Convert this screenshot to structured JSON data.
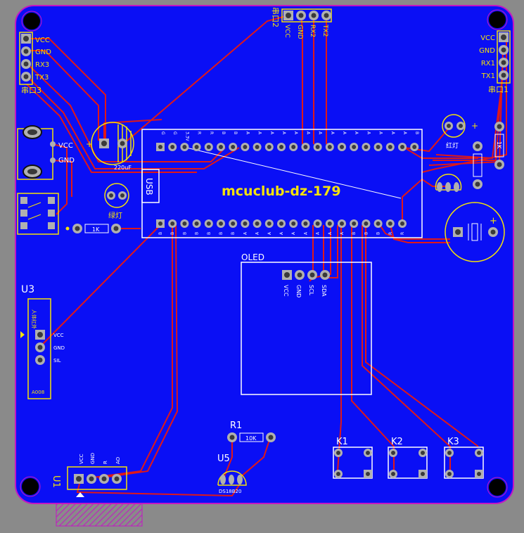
{
  "board": {
    "title": "mcuclub-dz-179",
    "colors": {
      "background": "#8a8a8a",
      "board": "#0a0ff5",
      "outline": "#c416c4",
      "trace": "#e01818",
      "silkscreen": "#f4e20a",
      "pad": "#b0b0b0",
      "overlay_text": "#ffffff"
    },
    "mcu": {
      "usb_label": "USB",
      "top_pins": [
        "G",
        "G",
        "3.3V",
        "R",
        "R",
        "B",
        "B",
        "A",
        "A",
        "A",
        "A",
        "A",
        "A",
        "A",
        "A",
        "A",
        "A",
        "A",
        "A",
        "A",
        "A",
        "B"
      ],
      "bottom_pins": [
        "B",
        "B",
        "B",
        "B",
        "B",
        "B",
        "B",
        "A",
        "A",
        "A",
        "A",
        "A",
        "A",
        "A",
        "A",
        "A",
        "B",
        "B",
        "B",
        "R",
        "R"
      ]
    },
    "components": {
      "serial2": {
        "label": "串口2",
        "pins": [
          "VCC",
          "GND",
          "RX2",
          "TX2"
        ]
      },
      "serial3": {
        "label": "串口3",
        "pins": [
          "VCC",
          "GND",
          "RX3",
          "TX3"
        ]
      },
      "serial1": {
        "label": "串口1",
        "pins": [
          "VCC",
          "GND",
          "RX1",
          "TX1"
        ]
      },
      "power": {
        "pins": [
          "VCC",
          "GND"
        ]
      },
      "capacitor": {
        "value": "220uF"
      },
      "green_led": {
        "label": "绿灯"
      },
      "red_led": {
        "label": "红灯"
      },
      "res_1k_left": {
        "value": "1K"
      },
      "res_1k_right": {
        "value": "1K"
      },
      "oled": {
        "label": "OLED",
        "pins": [
          "VCC",
          "GND",
          "SCL",
          "SDA"
        ]
      },
      "u3": {
        "label": "U3",
        "pins": [
          "VCC",
          "GND",
          "SIL"
        ],
        "top_text": "人体红外",
        "bottom_text": "A008"
      },
      "u1": {
        "label": "U1",
        "pins": [
          "VCC",
          "GND",
          "R",
          "AO"
        ]
      },
      "r1": {
        "label": "R1",
        "value": "10K"
      },
      "u5": {
        "label": "U5",
        "name": "DS18B20"
      },
      "keys": [
        "K1",
        "K2",
        "K3"
      ]
    }
  }
}
